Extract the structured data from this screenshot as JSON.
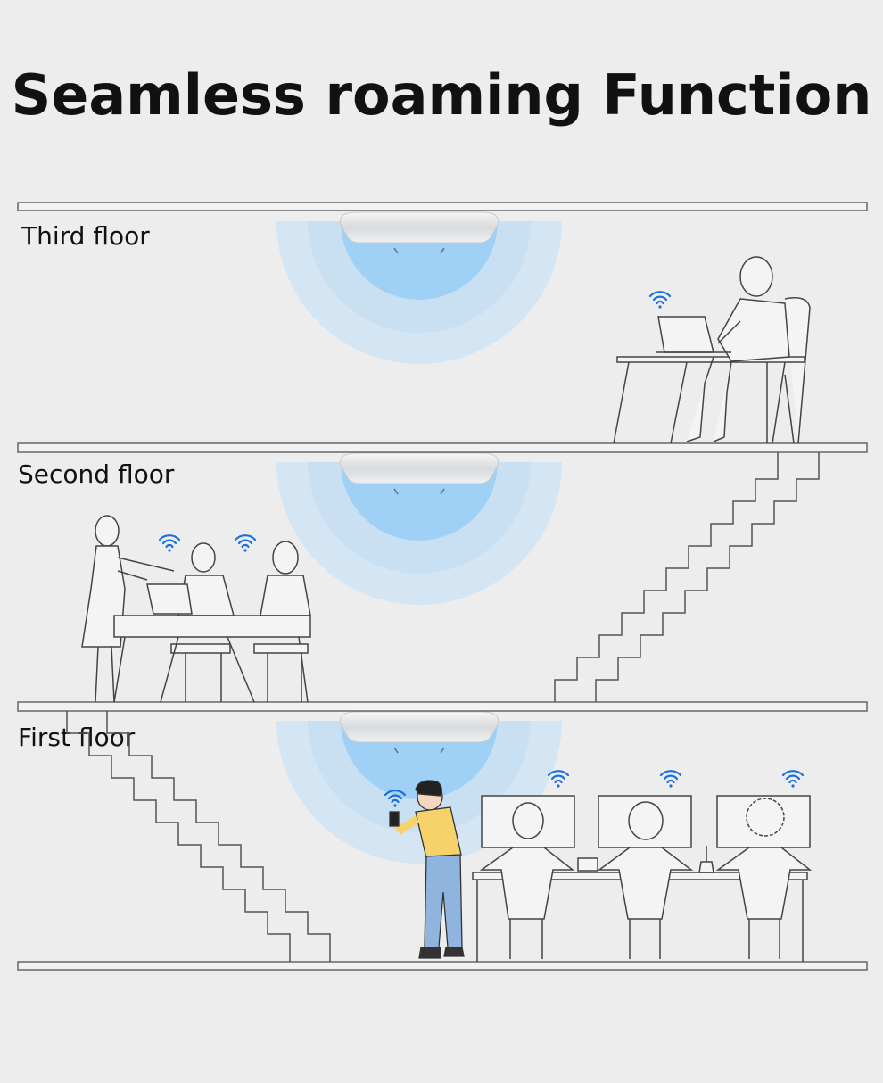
{
  "title": "Seamless roaming Function",
  "floors": [
    {
      "label": "Third floor"
    },
    {
      "label": "Second floor"
    },
    {
      "label": "First floor"
    }
  ],
  "icons": {
    "access_point": "ceiling-access-point-icon",
    "wifi": "wifi-signal-icon"
  },
  "colors": {
    "background": "#ededed",
    "signal": "#8cc8f2",
    "wifi": "#1a6fe0",
    "line": "#555555"
  }
}
